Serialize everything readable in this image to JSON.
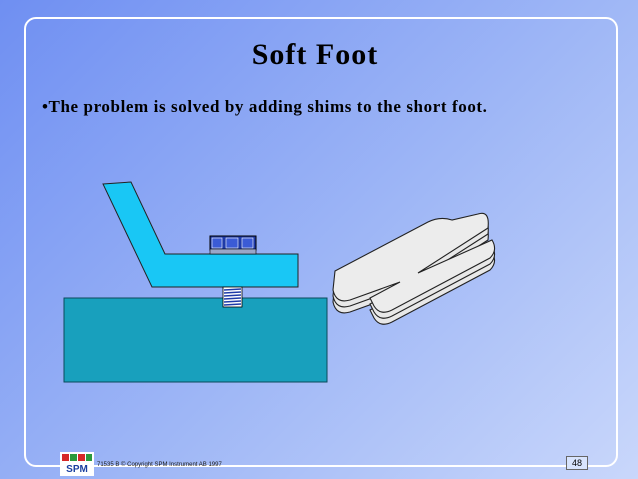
{
  "slide": {
    "title": "Soft Foot",
    "bullet": "•The problem  is solved by adding shims to the short foot.",
    "footer": "71535 B  © Copyright SPM Instrument AB 1997",
    "logo_text": "SPM",
    "page_number": "48"
  },
  "colors": {
    "background_start": "#6f8ff2",
    "background_end": "#c9d7fb",
    "foot": "#19c7f5",
    "base": "#18a0bd",
    "shim": "#e8e8e8",
    "bolt": "#1e3aa8"
  }
}
